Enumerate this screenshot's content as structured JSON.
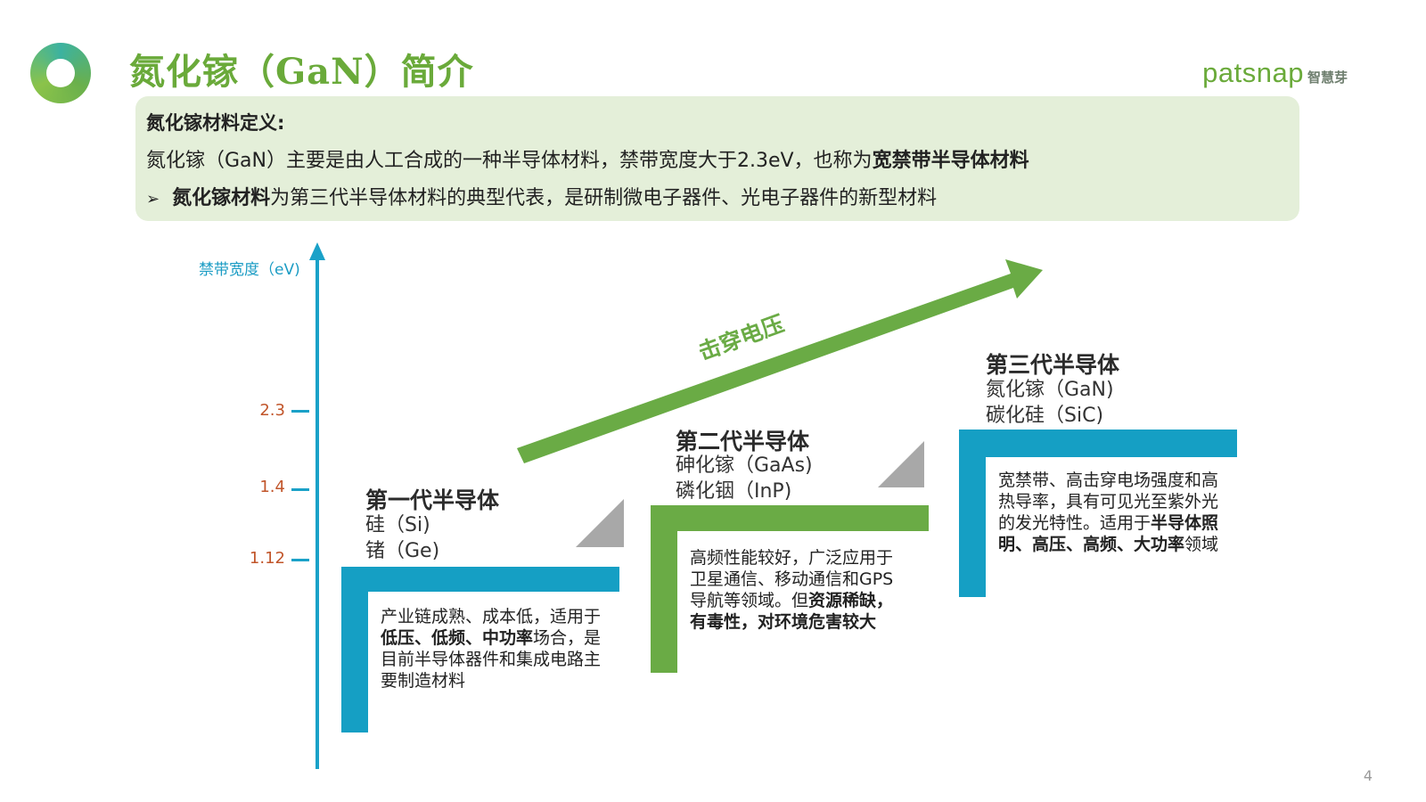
{
  "header": {
    "title": "氮化镓（GaN）简介",
    "brand_word": "patsnap",
    "brand_cn": "智慧芽",
    "accent_color": "#6aaa3a"
  },
  "definition": {
    "heading": "氮化镓材料定义:",
    "line1_pre": "氮化镓（GaN）主要是由人工合成的一种半导体材料，禁带宽度大于2.3eV，也称为",
    "line1_bold": "宽禁带半导体材料",
    "bullet_glyph": "➢",
    "line2_bold": "氮化镓材料",
    "line2_rest": "为第三代半导体材料的典型代表，是研制微电子器件、光电子器件的新型材料"
  },
  "axis": {
    "label": "禁带宽度（eV)",
    "ticks": [
      {
        "label": "2.3"
      },
      {
        "label": "1.4"
      },
      {
        "label": "1.12"
      }
    ],
    "color": "#1aa1c8"
  },
  "arrow": {
    "label": "击穿电压"
  },
  "generations": [
    {
      "title": "第一代半导体",
      "materials": [
        "硅（Si)",
        "锗（Ge)"
      ],
      "desc_parts": [
        {
          "t": "产业链成熟、成本低，适用于",
          "b": false
        },
        {
          "t": "低压、低频、中功率",
          "b": true
        },
        {
          "t": "场合，是目前半导体器件和集成电路主要制造材料",
          "b": false
        }
      ]
    },
    {
      "title": "第二代半导体",
      "materials": [
        "砷化镓（GaAs)",
        "磷化铟（InP)"
      ],
      "desc_parts": [
        {
          "t": "高频性能较好，广泛应用于卫星通信、移动通信和GPS导航等领域。但",
          "b": false
        },
        {
          "t": "资源稀缺，有毒性，对环境危害较大",
          "b": true
        }
      ]
    },
    {
      "title": "第三代半导体",
      "materials": [
        "氮化镓（GaN)",
        "碳化硅（SiC)"
      ],
      "desc_parts": [
        {
          "t": "宽禁带、高击穿电场强度和高热导率，具有可见光至紫外光的发光特性。适用于",
          "b": false
        },
        {
          "t": "半导体照明、高压、高频、大功率",
          "b": true
        },
        {
          "t": "领域",
          "b": false
        }
      ]
    }
  ],
  "page_number": "4"
}
